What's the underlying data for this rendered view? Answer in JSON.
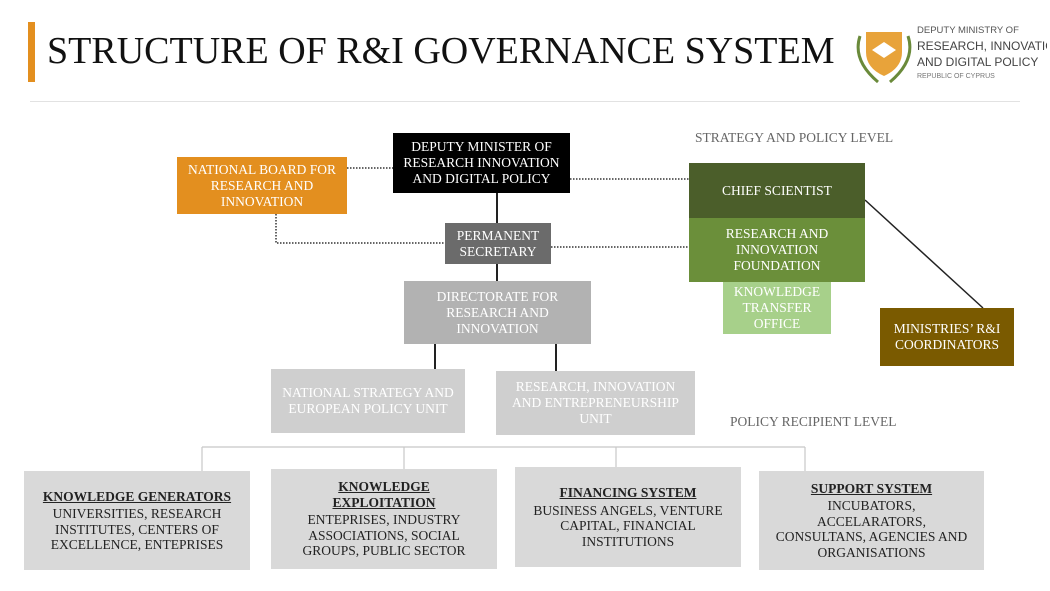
{
  "title": "STRUCTURE OF R&I GOVERNANCE SYSTEM",
  "logo": {
    "line1": "DEPUTY MINISTRY OF",
    "line2": "RESEARCH, INNOVATION",
    "line3": "AND DIGITAL POLICY",
    "line4": "REPUBLIC OF CYPRUS"
  },
  "levels": {
    "strategy": "STRATEGY AND POLICY LEVEL",
    "recipient": "POLICY RECIPIENT LEVEL"
  },
  "nodes": {
    "deputy_minister": "DEPUTY MINISTER OF RESEARCH INNOVATION AND DIGITAL POLICY",
    "national_board": "NATIONAL BOARD FOR RESEARCH AND INNOVATION",
    "permanent_secretary": "PERMANENT SECRETARY",
    "directorate": "DIRECTORATE FOR RESEARCH AND INNOVATION",
    "strategy_unit": "NATIONAL STRATEGY AND EUROPEAN POLICY UNIT",
    "rie_unit": "RESEARCH, INNOVATION AND ENTREPRENEURSHIP UNIT",
    "chief_scientist": "CHIEF SCIENTIST",
    "foundation": "RESEARCH AND INNOVATION FOUNDATION",
    "kto": "KNOWLEDGE TRANSFER OFFICE",
    "ministries": "MINISTRIES’ R&I COORDINATORS"
  },
  "recipients": [
    {
      "heading": "KNOWLEDGE GENERATORS",
      "body": "UNIVERSITIES, RESEARCH INSTITUTES, CENTERS OF EXCELLENCE, ENTEPRISES"
    },
    {
      "heading": "KNOWLEDGE EXPLOITATION",
      "body": "ENTEPRISES, INDUSTRY ASSOCIATIONS, SOCIAL GROUPS, PUBLIC SECTOR"
    },
    {
      "heading": "FINANCING SYSTEM",
      "body": "BUSINESS ANGELS, VENTURE CAPITAL, FINANCIAL INSTITUTIONS"
    },
    {
      "heading": "SUPPORT SYSTEM",
      "body": "INCUBATORS, ACCELARATORS, CONSULTANS, AGENCIES AND ORGANISATIONS"
    }
  ],
  "colors": {
    "accent": "#e38f1f",
    "black": "#000000",
    "chief": "#4b5e2a",
    "foundation": "#6b8f3a",
    "kto": "#a7d08a",
    "ministries": "#7a5a00"
  }
}
